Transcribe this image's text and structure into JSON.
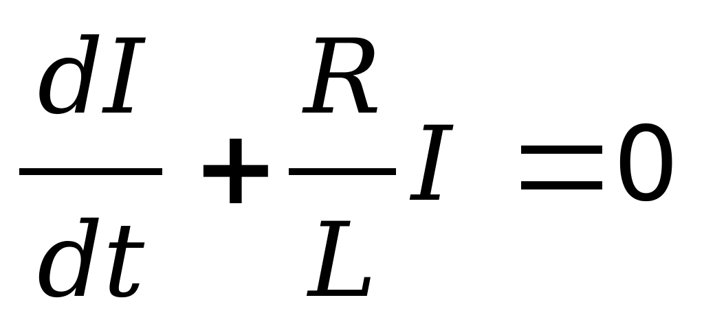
{
  "equation": {
    "term1": {
      "numerator": "dI",
      "denominator": "dt"
    },
    "plus": "+",
    "term2": {
      "numerator": "R",
      "denominator": "L"
    },
    "variable": "I",
    "equals": "=",
    "rhs": "0"
  }
}
